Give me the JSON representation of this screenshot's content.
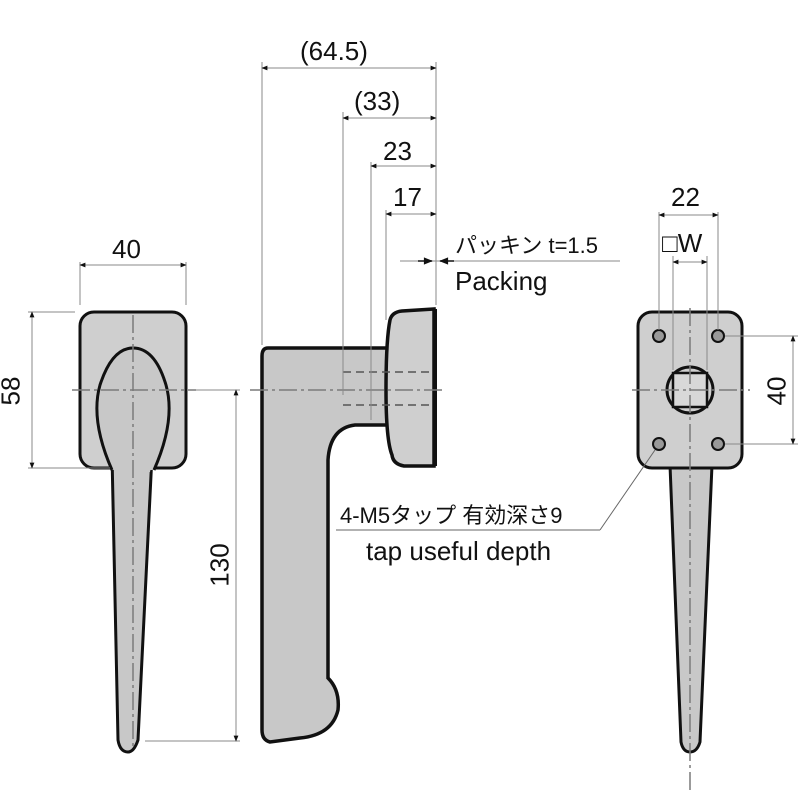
{
  "drawing": {
    "subject": "window-handle",
    "colors": {
      "body_fill": "#c8c8c8",
      "outline": "#111111",
      "dim_line": "#8a8a8a",
      "center_line": "#7a7a7a",
      "text": "#111111"
    }
  },
  "front_view": {
    "dims": {
      "width": "40",
      "base_height": "58",
      "length": "130"
    }
  },
  "side_view": {
    "dims": {
      "overall": "(64.5)",
      "base_offset": "(33)",
      "mid": "23",
      "base_thickness": "17"
    },
    "packing_note": {
      "jp": "パッキン t=1.5",
      "en": "Packing"
    }
  },
  "back_view": {
    "dims": {
      "hole_spacing_x": "22",
      "square": "□W",
      "hole_spacing_y": "40"
    },
    "tap_note": {
      "jp": "4-M5タップ 有効深さ9",
      "en": "tap useful depth"
    }
  }
}
